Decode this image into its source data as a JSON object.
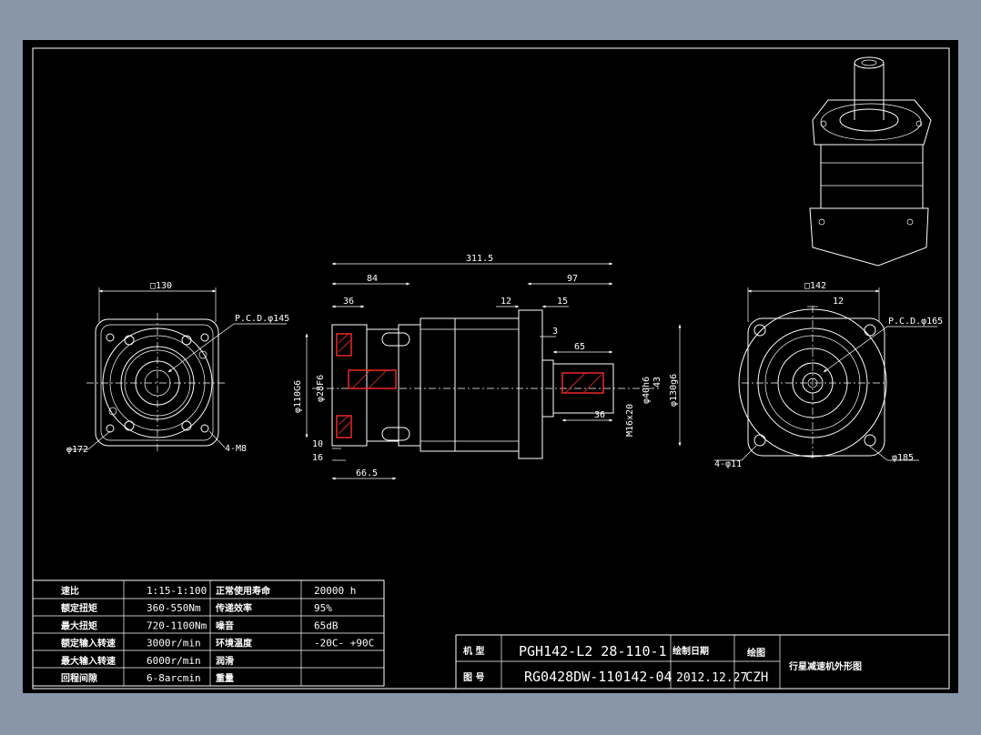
{
  "colors": {
    "background": "#8995a8",
    "canvas": "#000000",
    "lines": "#ffffff",
    "highlight": "#ff2a2a"
  },
  "dimensions": {
    "left_square": "□130",
    "left_pcd": "P.C.D.φ145",
    "left_dia": "φ172",
    "left_holes": "4-M8",
    "overall_length": "311.5",
    "d84": "84",
    "d97": "97",
    "d36_top": "36",
    "d12": "12",
    "d15": "15",
    "d3": "3",
    "d65": "65",
    "d36_bottom": "36",
    "d10": "10",
    "d16": "16",
    "d66_5": "66.5",
    "dia_110g6": "φ110G6",
    "dia_28f6": "φ28F6",
    "dia_40h6": "φ40h6",
    "d43": "43",
    "thread": "M16x20",
    "dia_130g6": "φ130g6",
    "right_square": "□142",
    "right_12": "12",
    "right_pcd": "P.C.D.φ165",
    "right_holes": "4-φ11",
    "right_dia": "φ185"
  },
  "specs": {
    "rows": [
      {
        "label1": "速比",
        "value1": "1:15-1:100",
        "label2": "正常使用寿命",
        "value2": "20000 h"
      },
      {
        "label1": "额定扭矩",
        "value1": "360-550Nm",
        "label2": "传递效率",
        "value2": "95%"
      },
      {
        "label1": "最大扭矩",
        "value1": "720-1100Nm",
        "label2": "噪音",
        "value2": "65dB"
      },
      {
        "label1": "额定输入转速",
        "value1": "3000r/min",
        "label2": "环境温度",
        "value2": "-20C- +90C"
      },
      {
        "label1": "最大输入转速",
        "value1": "6000r/min",
        "label2": "润滑",
        "value2": ""
      },
      {
        "label1": "回程间隙",
        "value1": "6-8arcmin",
        "label2": "重量",
        "value2": ""
      }
    ]
  },
  "title_block": {
    "model_label": "机 型",
    "model_value": "PGH142-L2 28-110-1",
    "drawing_label": "图 号",
    "drawing_value": "RG0428DW-110142-04",
    "date_label": "绘制日期",
    "date_value": "2012.12.27",
    "author_label": "绘图",
    "author_value": "CZH",
    "title": "行星减速机外形图"
  }
}
